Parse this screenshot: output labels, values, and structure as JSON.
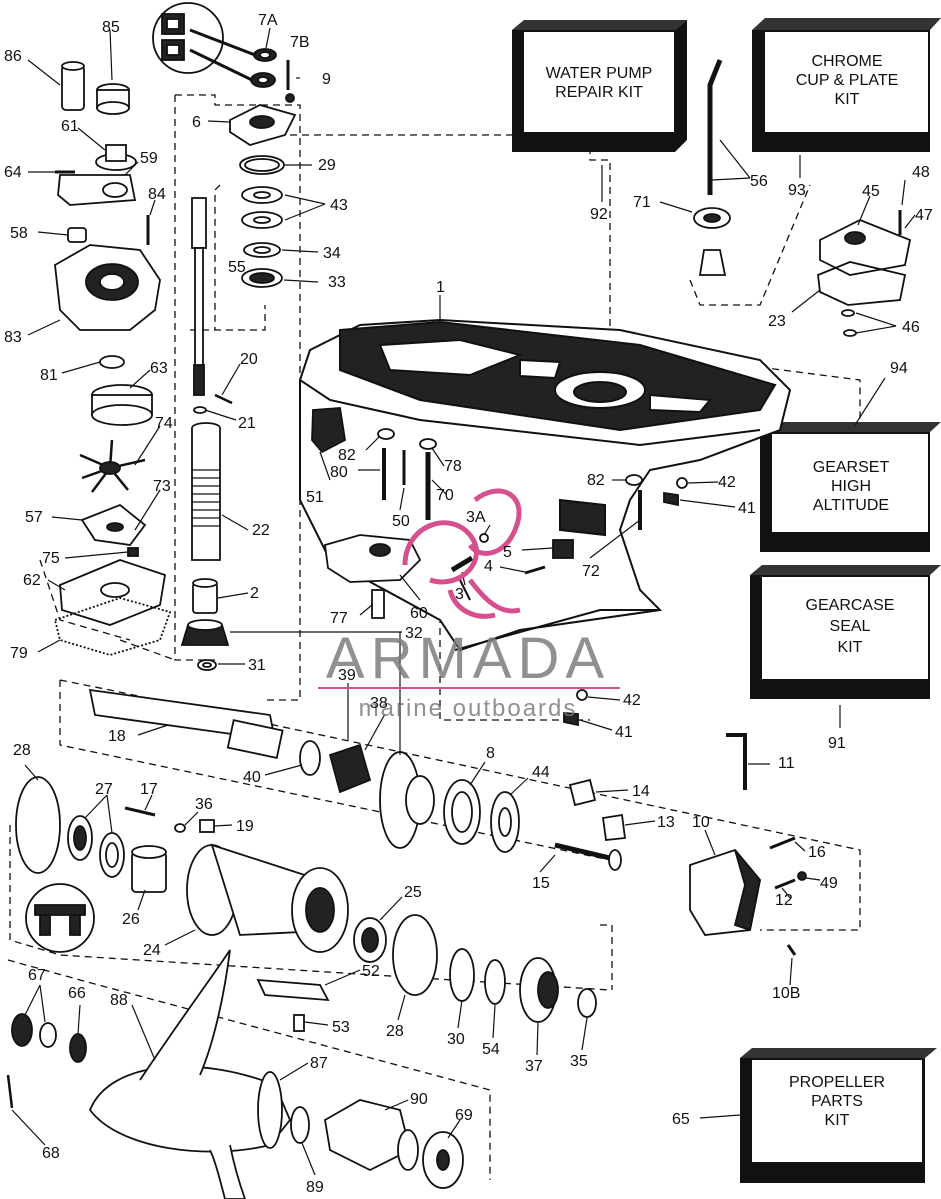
{
  "colors": {
    "ink": "#111111",
    "watermark_gray": "#7d7d7d",
    "watermark_pink": "#d6508f"
  },
  "kits": {
    "water_pump": [
      "WATER PUMP",
      "REPAIR KIT"
    ],
    "chrome": [
      "CHROME",
      "CUP & PLATE",
      "KIT"
    ],
    "gearset": [
      "GEARSET",
      "HIGH",
      "ALTITUDE"
    ],
    "seal": [
      "GEARCASE",
      "SEAL",
      "KIT"
    ],
    "propeller": [
      "PROPELLER",
      "PARTS",
      "KIT"
    ]
  },
  "watermark": {
    "brand": "ARMADA",
    "tagline": "marine outboards"
  },
  "labels": {
    "l86": "86",
    "l85": "85",
    "l61": "61",
    "l64": "64",
    "l59": "59",
    "l84": "84",
    "l58": "58",
    "l83": "83",
    "l81": "81",
    "l63": "63",
    "l74": "74",
    "l73": "73",
    "l57": "57",
    "l75": "75",
    "l62": "62",
    "l79": "79",
    "l7A": "7A",
    "l7B": "7B",
    "l9": "9",
    "l6": "6",
    "l29": "29",
    "l43": "43",
    "l34": "34",
    "l33": "33",
    "l55": "55",
    "l20": "20",
    "l21": "21",
    "l22": "22",
    "l2": "2",
    "l32": "32",
    "l31": "31",
    "l1": "1",
    "l92": "92",
    "l56": "56",
    "l71": "71",
    "l93": "93",
    "l48": "48",
    "l45": "45",
    "l47": "47",
    "l23": "23",
    "l46": "46",
    "l94": "94",
    "l82a": "82",
    "l78": "78",
    "l80": "80",
    "l50": "50",
    "l70": "70",
    "l51": "51",
    "l82b": "82",
    "l42a": "42",
    "l41a": "41",
    "l3A": "3A",
    "l5": "5",
    "l4": "4",
    "l3": "3",
    "l72": "72",
    "l60": "60",
    "l77": "77",
    "l39": "39",
    "l38": "38",
    "l42b": "42",
    "l41b": "41",
    "l91": "91",
    "l18": "18",
    "l40": "40",
    "l8": "8",
    "l44": "44",
    "l11": "11",
    "l28a": "28",
    "l27": "27",
    "l17": "17",
    "l36": "36",
    "l19": "19",
    "l14": "14",
    "l13": "13",
    "l10": "10",
    "l16": "16",
    "l15": "15",
    "l49": "49",
    "l12": "12",
    "l26": "26",
    "l24": "24",
    "l25": "25",
    "l52": "52",
    "l10B": "10B",
    "l28b": "28",
    "l30": "30",
    "l54": "54",
    "l37": "37",
    "l35": "35",
    "l67": "67",
    "l66": "66",
    "l88": "88",
    "l53": "53",
    "l87": "87",
    "l65": "65",
    "l90": "90",
    "l69": "69",
    "l68": "68",
    "l89": "89"
  }
}
